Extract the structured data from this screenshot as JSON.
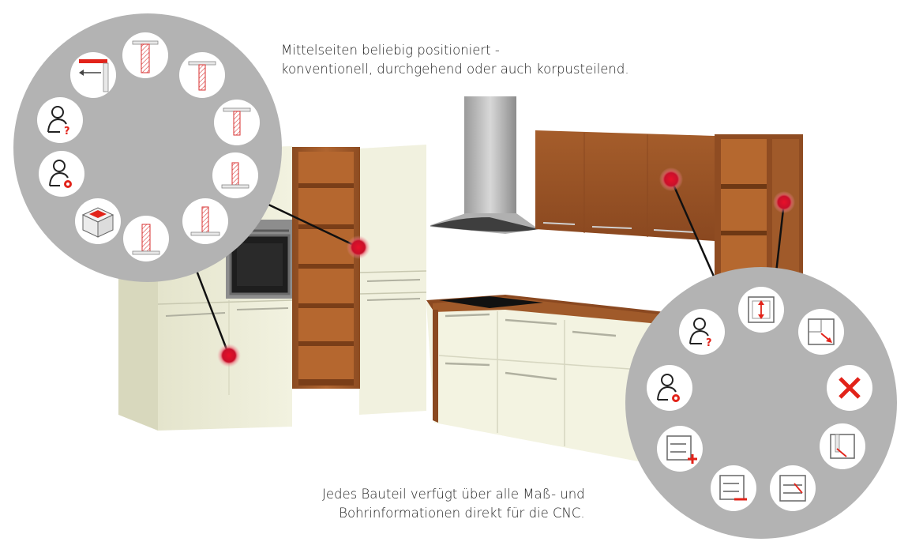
{
  "captions": {
    "top_line1": "Mittelseiten beliebig positioniert -",
    "top_line2": "konventionell, durchgehend oder auch korpusteilend.",
    "bottom_line1": "Jedes Bauteil verfügt über alle Maß- und",
    "bottom_line2": "Bohrinformationen direkt für die CNC."
  },
  "colors": {
    "menu_bg": "#b3b3b3",
    "button_bg": "#ffffff",
    "accent_red": "#e2231a",
    "wood": "#a0592a",
    "cabinet_cream": "#f0f0dc",
    "hotspot": "#d0102a"
  },
  "left_menu": {
    "tools": [
      {
        "icon": "middle-side-full-height-icon"
      },
      {
        "icon": "middle-side-top-icon"
      },
      {
        "icon": "middle-side-upper-icon"
      },
      {
        "icon": "middle-side-lower-icon"
      },
      {
        "icon": "middle-side-bottom-icon"
      },
      {
        "icon": "middle-side-split-icon"
      },
      {
        "icon": "carcass-box-icon"
      },
      {
        "icon": "user-settings-icon"
      },
      {
        "icon": "user-help-icon"
      },
      {
        "icon": "move-left-icon"
      }
    ]
  },
  "right_menu": {
    "tools": [
      {
        "icon": "vertical-dimension-icon"
      },
      {
        "icon": "diagonal-resize-icon"
      },
      {
        "icon": "close-icon"
      },
      {
        "icon": "inner-corner-edit-icon"
      },
      {
        "icon": "inner-shelf-edit-icon"
      },
      {
        "icon": "remove-part-icon"
      },
      {
        "icon": "add-part-icon"
      },
      {
        "icon": "user-settings-icon"
      },
      {
        "icon": "user-help-icon"
      }
    ]
  }
}
